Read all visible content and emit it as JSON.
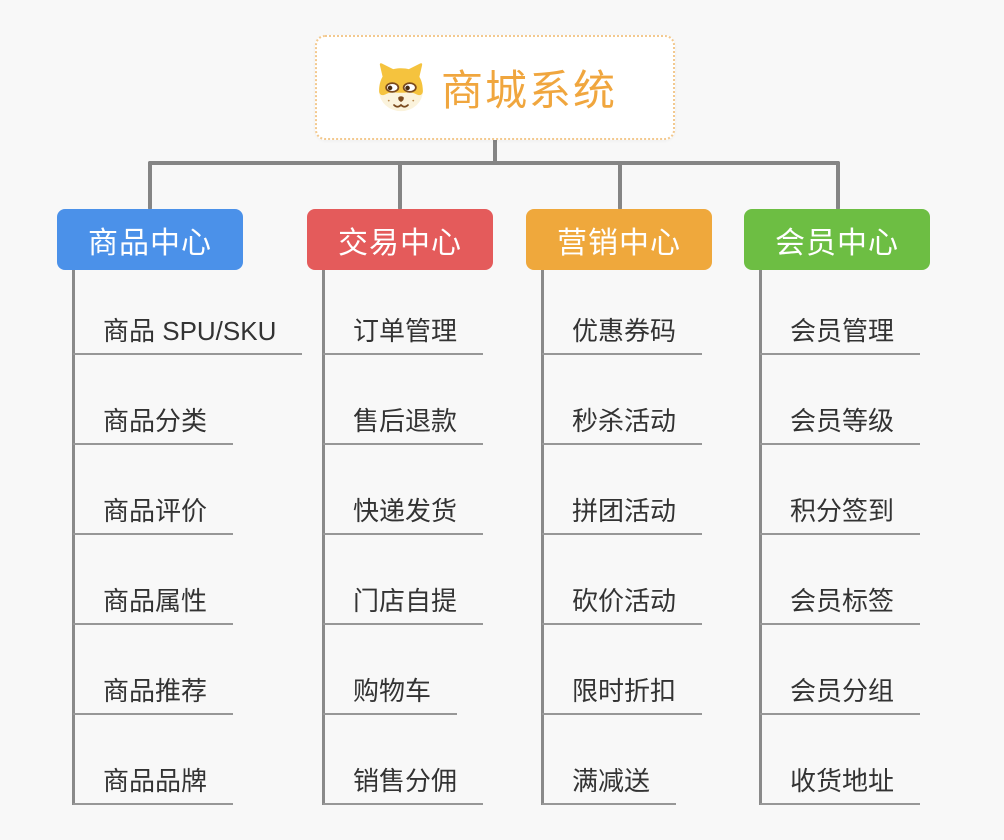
{
  "root": {
    "title": "商城系统",
    "icon": "shiba-dog-icon",
    "title_color": "#F0A63E",
    "border_color": "#F3C98F"
  },
  "canvas": {
    "background_color": "#F8F8F8",
    "connector_color": "#858585",
    "item_text_color": "#333333",
    "underline_color": "#979797"
  },
  "branches": [
    {
      "label": "商品中心",
      "color": "#4B91E9",
      "items": [
        "商品 SPU/SKU",
        "商品分类",
        "商品评价",
        "商品属性",
        "商品推荐",
        "商品品牌"
      ]
    },
    {
      "label": "交易中心",
      "color": "#E45B5B",
      "items": [
        "订单管理",
        "售后退款",
        "快递发货",
        "门店自提",
        "购物车",
        "销售分佣"
      ]
    },
    {
      "label": "营销中心",
      "color": "#EFA83C",
      "items": [
        "优惠券码",
        "秒杀活动",
        "拼团活动",
        "砍价活动",
        "限时折扣",
        "满减送"
      ]
    },
    {
      "label": "会员中心",
      "color": "#6DBE43",
      "items": [
        "会员管理",
        "会员等级",
        "积分签到",
        "会员标签",
        "会员分组",
        "收货地址"
      ]
    }
  ]
}
